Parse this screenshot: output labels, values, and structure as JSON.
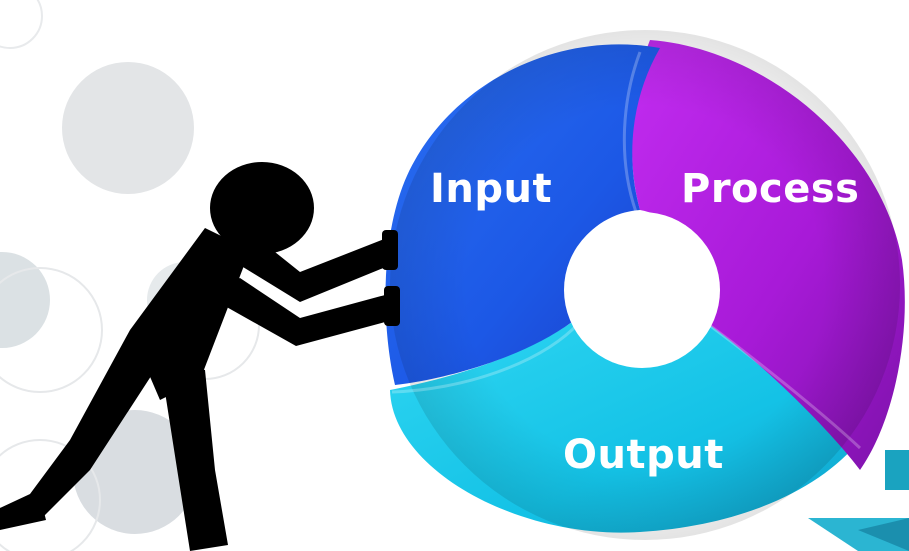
{
  "diagram": {
    "segments": [
      {
        "id": "input",
        "label": "Input",
        "color": "#1e5bea"
      },
      {
        "id": "process",
        "label": "Process",
        "color": "#b41ee0"
      },
      {
        "id": "output",
        "label": "Output",
        "color": "#16c6ea"
      }
    ],
    "figure": {
      "icon": "stick-figure-pushing-icon",
      "color": "#000000"
    },
    "decorations": {
      "circle_color": "#e3e5e7",
      "accent_color": "#1aa3c0"
    }
  }
}
